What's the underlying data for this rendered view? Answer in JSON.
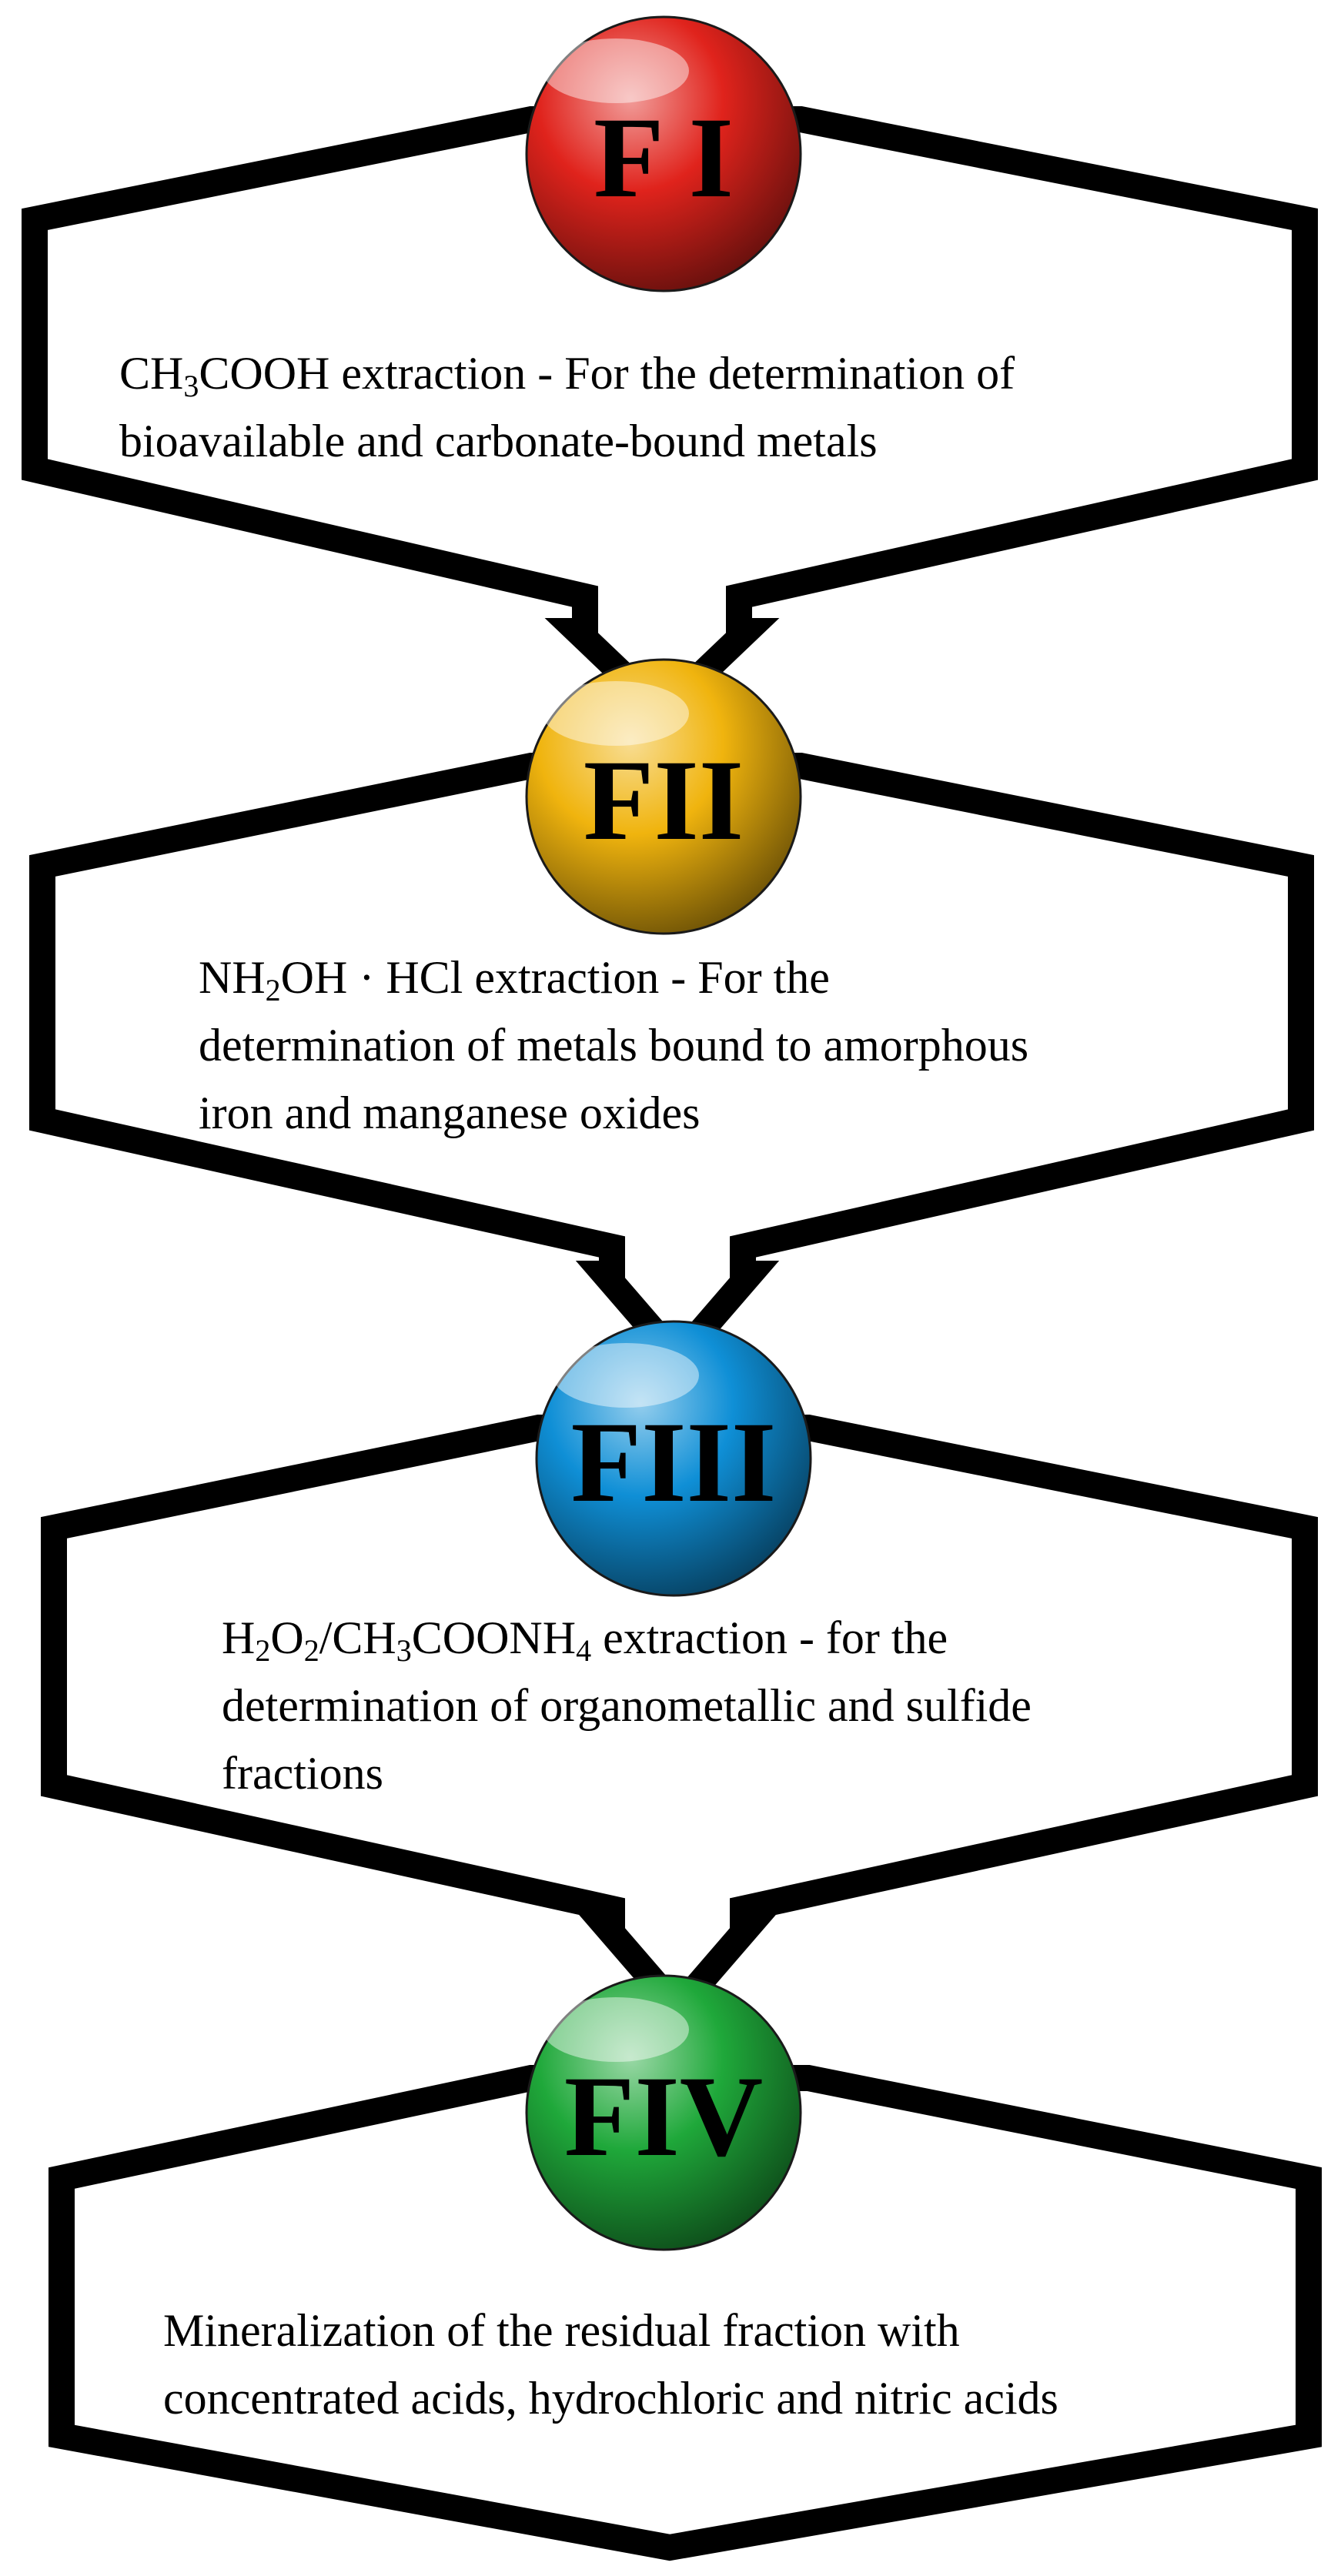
{
  "steps": [
    {
      "label": "F I",
      "color": "#e0231c",
      "lines": [
        [
          {
            "t": "CH"
          },
          {
            "t": "3",
            "sub": true
          },
          {
            "t": "COOH extraction - For the determination of"
          }
        ],
        [
          {
            "t": "bioavailable and carbonate-bound metals"
          }
        ]
      ]
    },
    {
      "label": "FII",
      "color": "#f0b40e",
      "lines": [
        [
          {
            "t": "NH"
          },
          {
            "t": "2",
            "sub": true
          },
          {
            "t": "OH · HCl extraction - For the"
          }
        ],
        [
          {
            "t": "determination of metals bound to amorphous"
          }
        ],
        [
          {
            "t": "iron and manganese oxides"
          }
        ]
      ]
    },
    {
      "label": "FIII",
      "color": "#0f8fd6",
      "lines": [
        [
          {
            "t": "H"
          },
          {
            "t": "2",
            "sub": true
          },
          {
            "t": "O"
          },
          {
            "t": "2",
            "sub": true
          },
          {
            "t": "/CH"
          },
          {
            "t": "3",
            "sub": true
          },
          {
            "t": "COONH"
          },
          {
            "t": "4",
            "sub": true
          },
          {
            "t": " extraction - for the"
          }
        ],
        [
          {
            "t": "determination of organometallic and sulfide"
          }
        ],
        [
          {
            "t": "fractions"
          }
        ]
      ]
    },
    {
      "label": "FIV",
      "color": "#1fa83a",
      "lines": [
        [
          {
            "t": "Mineralization of the residual fraction with"
          }
        ],
        [
          {
            "t": "concentrated acids, hydrochloric and nitric acids"
          }
        ]
      ]
    }
  ]
}
